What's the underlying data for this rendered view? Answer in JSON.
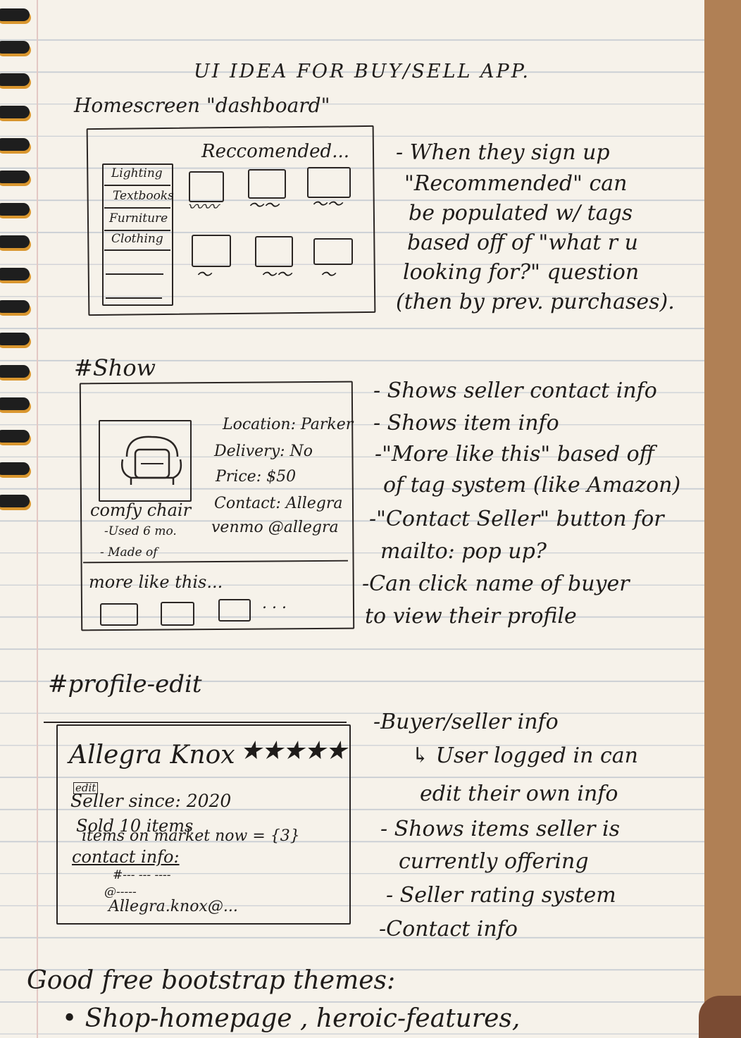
{
  "title": "UI IDEA FOR BUY/SELL APP.",
  "homescreen": {
    "heading": "Homescreen \"dashboard\"",
    "recommended_label": "Reccomended...",
    "categories": [
      "Lighting",
      "Textbooks",
      "Furniture",
      "Clothing"
    ],
    "notes": [
      "- When they sign up",
      "\"Recommended\" can",
      "be populated w/ tags",
      "based off of \"what r u",
      "looking for?\" question",
      "(then by prev. purchases)."
    ]
  },
  "show": {
    "heading": "#Show",
    "details": [
      "Location: Parker",
      "Delivery: No",
      "Price: $50",
      "Contact: Allegra",
      "venmo @allegra"
    ],
    "item_name": "comfy chair",
    "item_bullets": [
      "-Used 6 mo.",
      "- Made of"
    ],
    "more_like_this": "more like this...",
    "notes": [
      "- Shows seller contact info",
      "- Shows item info",
      "-\"More like this\" based off",
      "of tag system (like Amazon)",
      "-\"Contact Seller\" button for",
      "mailto: pop up?",
      "-Can click name of buyer",
      "to view their profile"
    ]
  },
  "profile": {
    "heading": "#profile-edit",
    "name": "Allegra Knox",
    "stars": "★★★★★",
    "edit_label": "edit",
    "seller_since": "Seller since: 2020",
    "sold": "Sold 10 items",
    "items_on_market": "items on market now = {3}",
    "contact_info": "contact info:",
    "contact_lines": [
      "#--- --- ----",
      "@-----",
      "Allegra.knox@..."
    ],
    "notes": [
      "-Buyer/seller info",
      "↳ User logged in can",
      "edit their own info",
      "- Shows items seller is",
      "currently offering",
      "- Seller rating system",
      "-Contact info"
    ]
  },
  "footer": {
    "line1": "Good free bootstrap themes:",
    "line2": "• Shop-homepage , heroic-features,"
  }
}
